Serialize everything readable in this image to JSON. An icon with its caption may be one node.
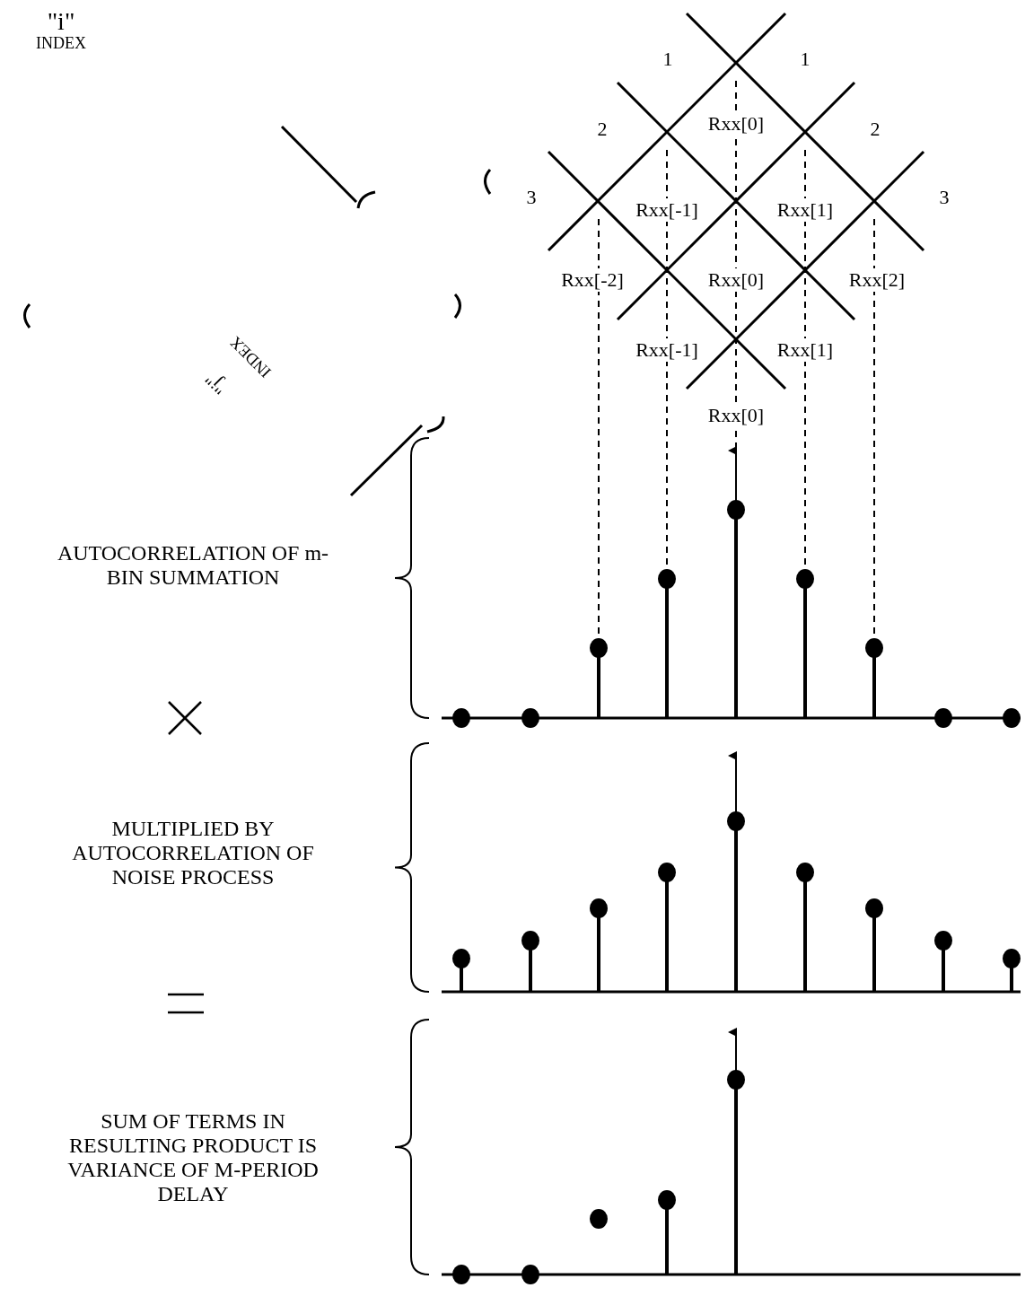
{
  "diagram": {
    "labels": [
      "\"i\"",
      "INDEX",
      "1",
      "1",
      "2",
      "Rxx[0]",
      "2",
      "3",
      "Rxx[-1]",
      "Rxx[1]",
      "3",
      "Rxx[-2]",
      "Rxx[0]",
      "Rxx[2]",
      "Rxx[-1]",
      "Rxx[1]",
      "\"j\"",
      "INDEX",
      "Rxx[0]",
      "AUTOCORRELATION OF m-BIN SUMMATION",
      "MULTIPLIED BY AUTOCORRELATION OF NOISE PROCESS",
      "SUM OF TERMS IN RESULTING PRODUCT IS VARIANCE OF M-PERIOD DELAY"
    ]
  }
}
